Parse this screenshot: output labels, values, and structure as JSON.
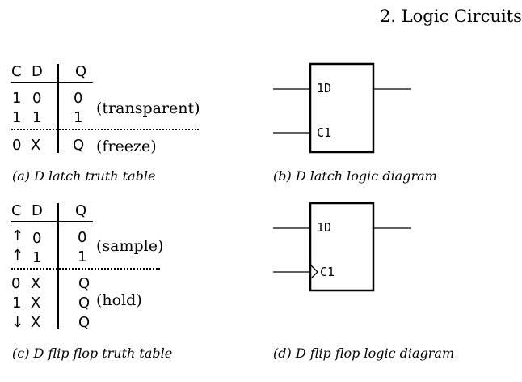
{
  "header": {
    "section": "2.  Logic Circuits"
  },
  "latch_table": {
    "headers": {
      "c": "C",
      "d": "D",
      "q": "Q"
    },
    "rows": [
      {
        "c": "1",
        "d": "0",
        "q": "0"
      },
      {
        "c": "1",
        "d": "1",
        "q": "1"
      },
      {
        "c": "0",
        "d": "X",
        "q": "Q"
      }
    ],
    "note_transparent": "(transparent)",
    "note_freeze": "(freeze)",
    "caption": "(a)  D latch truth table"
  },
  "latch_diagram": {
    "input_d": "1D",
    "input_c": "C1",
    "caption": "(b)  D latch logic diagram"
  },
  "ff_table": {
    "headers": {
      "c": "C",
      "d": "D",
      "q": "Q"
    },
    "rows": [
      {
        "c": "↑",
        "d": "0",
        "q": "0"
      },
      {
        "c": "↑",
        "d": "1",
        "q": "1"
      },
      {
        "c": "0",
        "d": "X",
        "q": "Q"
      },
      {
        "c": "1",
        "d": "X",
        "q": "Q"
      },
      {
        "c": "↓",
        "d": "X",
        "q": "Q"
      }
    ],
    "note_sample": "(sample)",
    "note_hold": "(hold)",
    "caption": "(c)  D flip flop truth table"
  },
  "ff_diagram": {
    "input_d": "1D",
    "input_c": "C1",
    "caption": "(d)  D flip flop logic diagram"
  }
}
